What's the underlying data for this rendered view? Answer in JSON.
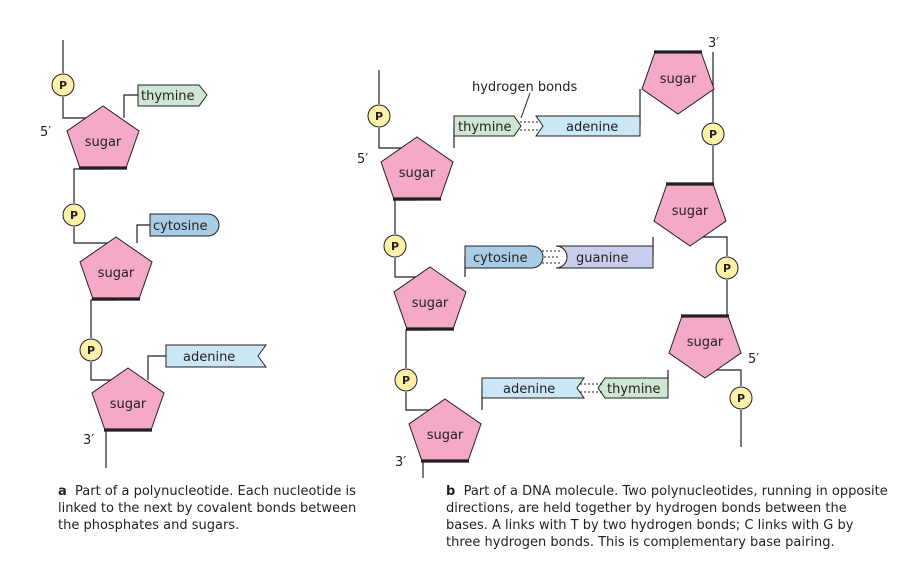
{
  "labels": {
    "sugar": "sugar",
    "phosphate": "P",
    "thymine": "thymine",
    "cytosine": "cytosine",
    "adenine": "adenine",
    "guanine": "guanine",
    "hydrogen_bonds": "hydrogen bonds",
    "five_prime": "5′",
    "three_prime": "3′"
  },
  "captions": {
    "a_letter": "a",
    "a_text": "Part of a polynucleotide. Each nucleotide is linked to the next by covalent bonds between the phosphates and sugars.",
    "b_letter": "b",
    "b_text": "Part of a DNA molecule. Two polynucleotides, running in opposite directions, are held together by hydrogen bonds between the bases. A links with T by two hydrogen bonds; C links with G by three hydrogen bonds. This is complementary base pairing."
  },
  "colors": {
    "sugar": "#f4a9c8",
    "phosphate": "#fff2a8",
    "thymine": "#cfe6d3",
    "cytosine": "#a9cde6",
    "adenine": "#cbe7f6",
    "guanine": "#c8cdec",
    "line": "#231f20"
  }
}
